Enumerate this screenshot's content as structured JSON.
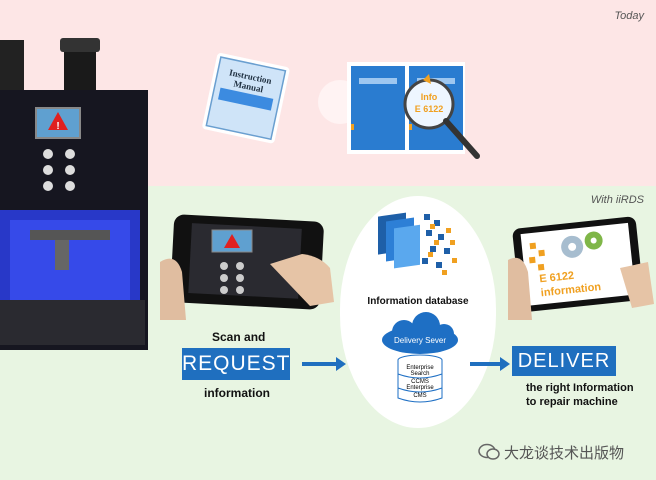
{
  "top": {
    "label": "Today"
  },
  "bottom": {
    "label": "With iiRDS"
  },
  "manual": {
    "title_line1": "Instruction",
    "title_line2": "Manual"
  },
  "catalog": {
    "magnifier_line1": "Info",
    "magnifier_line2": "E 6122"
  },
  "tablet_right": {
    "line1": "E 6122",
    "line2": "information"
  },
  "flow": {
    "scan_label": "Scan and",
    "request_label": "REQUEST",
    "information_label": "information",
    "database_label": "Information database",
    "cloud_label": "Delivery Sever",
    "stack_labels": [
      "Enterprise",
      "Search",
      "CCMS",
      "Enterprise",
      "CMS"
    ],
    "deliver_label": "DELIVER",
    "deliver_caption_line1": "the right Information",
    "deliver_caption_line2": "to repair machine"
  },
  "watermark": {
    "text": "大龙谈技术出版物"
  },
  "colors": {
    "accent": "#1f6fbf",
    "top_bg": "#fde6e6",
    "bottom_bg": "#e8f5e2",
    "orange": "#f0a020"
  }
}
